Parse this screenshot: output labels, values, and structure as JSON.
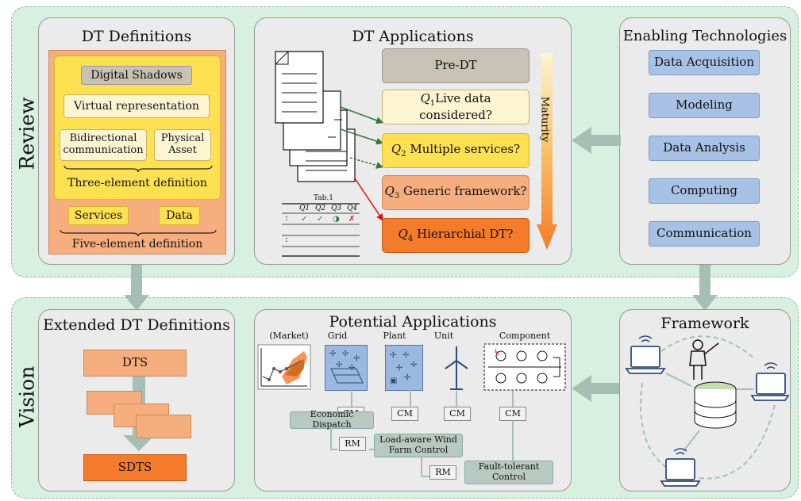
{
  "bands": {
    "review": "Review",
    "vision": "Vision"
  },
  "dt_definitions": {
    "title": "DT Definitions",
    "digital_shadows": "Digital Shadows",
    "virtual_representation": "Virtual representation",
    "bidirectional": "Bidirectional communication",
    "physical_asset": "Physical Asset",
    "three_element": "Three-element definition",
    "services": "Services",
    "data": "Data",
    "five_element": "Five-element definition"
  },
  "dt_applications": {
    "title": "DT Applications",
    "pre_dt": "Pre-DT",
    "q1": {
      "label": "Q",
      "sub": "1",
      "text": "Live data considered?"
    },
    "q2": {
      "label": "Q",
      "sub": "2",
      "text": " Multiple services?"
    },
    "q3": {
      "label": "Q",
      "sub": "3",
      "text": " Generic framework?"
    },
    "q4": {
      "label": "Q",
      "sub": "4",
      "text": " Hierarchial DT?"
    },
    "maturity": "Maturity",
    "table_caption": "Tab.1",
    "table_headers": [
      "Q1",
      "Q2",
      "Q3",
      "Q4"
    ],
    "table_marks": [
      "✓",
      "✓",
      "◑",
      "✗"
    ],
    "table_dots": ":"
  },
  "enabling_technologies": {
    "title": "Enabling Technologies",
    "items": [
      "Data Acquisition",
      "Modeling",
      "Data Analysis",
      "Computing",
      "Communication"
    ]
  },
  "extended_dt": {
    "title": "Extended DT Definitions",
    "dts": "DTS",
    "sdts": "SDTS"
  },
  "potential_applications": {
    "title": "Potential Applications",
    "columns": [
      "(Market)",
      "Grid",
      "Plant",
      "Unit",
      "Component"
    ],
    "economic_dispatch": "Economic Dispatch",
    "load_aware": "Load-aware Wind Farm Control",
    "fault_tolerant": "Fault-tolerant Control",
    "cm": "CM",
    "rm": "RM"
  },
  "framework": {
    "title": "Framework"
  },
  "colors": {
    "band": "#d8f0e0",
    "panel": "#ebebeb",
    "yellow": "#fde152",
    "light_yellow": "#fdf5d2",
    "salmon": "#f6ae7e",
    "orange": "#f47b2a",
    "tech_blue": "#a8c2e6",
    "grey_box": "#b8c9c1",
    "arrow": "#a6bfb5"
  }
}
